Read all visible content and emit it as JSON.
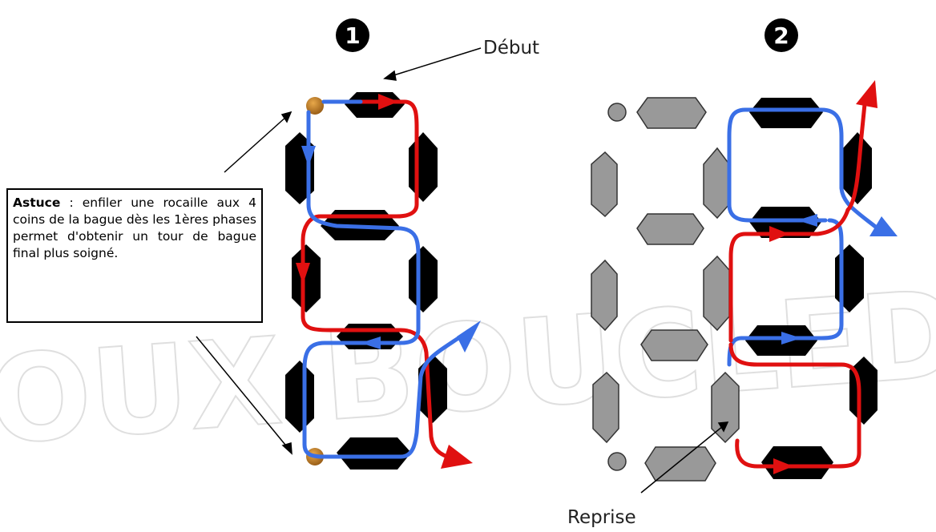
{
  "step1_number": "1",
  "step2_number": "2",
  "start_label": "Début",
  "resume_label": "Reprise",
  "tip": {
    "title": "Astuce",
    "text": " : enfiler une rocaille aux 4 coins de la bague dès les 1ères phases permet d'obtenir un tour de bague final plus soigné."
  },
  "watermark": "BIJOUX BOUCLEDOR",
  "colors": {
    "bead_dark": "#000000",
    "bead_grey": "#999999",
    "seed_bead": "#c0842c",
    "thread_red": "#e01010",
    "thread_blue": "#3a6fe6",
    "watermark": "#e6e6e6"
  }
}
